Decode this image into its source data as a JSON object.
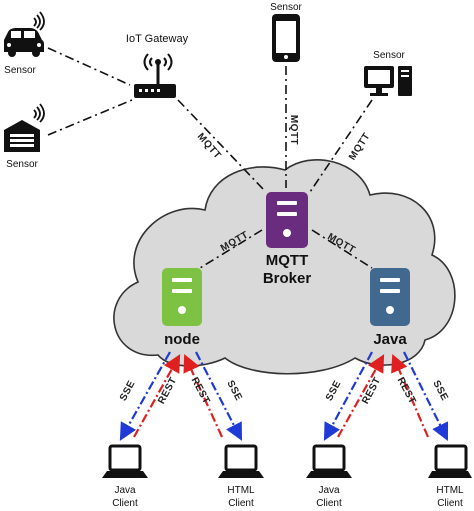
{
  "labels": {
    "sensor": "Sensor",
    "gateway": "IoT Gateway",
    "mqtt": "MQTT",
    "broker_line1": "MQTT",
    "broker_line2": "Broker",
    "node": "node",
    "java": "Java",
    "sse": "SSE",
    "rest": "REST",
    "java_client_line1": "Java",
    "html_client_line1": "HTML",
    "client_line2": "Client"
  },
  "colors": {
    "broker": "#6a2c7e",
    "node_server": "#7dc242",
    "java_server": "#41698f",
    "sse_arrow": "#1f3ad6",
    "rest_arrow": "#e02020",
    "cloud_fill": "#d9d9d9",
    "cloud_stroke": "#333333"
  },
  "icons": [
    "car-icon",
    "garage-icon",
    "router-icon",
    "phone-icon",
    "desktop-icon",
    "server-icon",
    "laptop-icon"
  ]
}
